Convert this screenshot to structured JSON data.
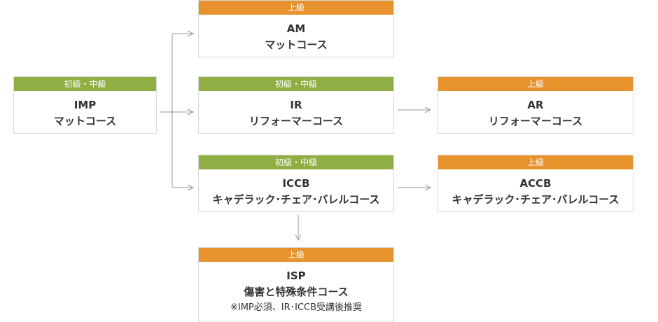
{
  "courses": {
    "imp": {
      "level": "初級・中級",
      "code": "IMP",
      "name": "マットコース"
    },
    "am": {
      "level": "上級",
      "code": "AM",
      "name": "マットコース"
    },
    "ir": {
      "level": "初級・中級",
      "code": "IR",
      "name": "リフォーマーコース"
    },
    "ar": {
      "level": "上級",
      "code": "AR",
      "name": "リフォーマーコース"
    },
    "iccb": {
      "level": "初級・中級",
      "code": "ICCB",
      "name": "キャデラック･チェア･バレルコース"
    },
    "accb": {
      "level": "上級",
      "code": "ACCB",
      "name": "キャデラック･チェア･バレルコース"
    },
    "isp": {
      "level": "上級",
      "code": "ISP",
      "name": "傷害と特殊条件コース",
      "note": "※IMP必須、IR･ICCB受講後推奨"
    }
  },
  "colors": {
    "advanced": "#e8922e",
    "beginner_intermediate": "#8fae44"
  }
}
